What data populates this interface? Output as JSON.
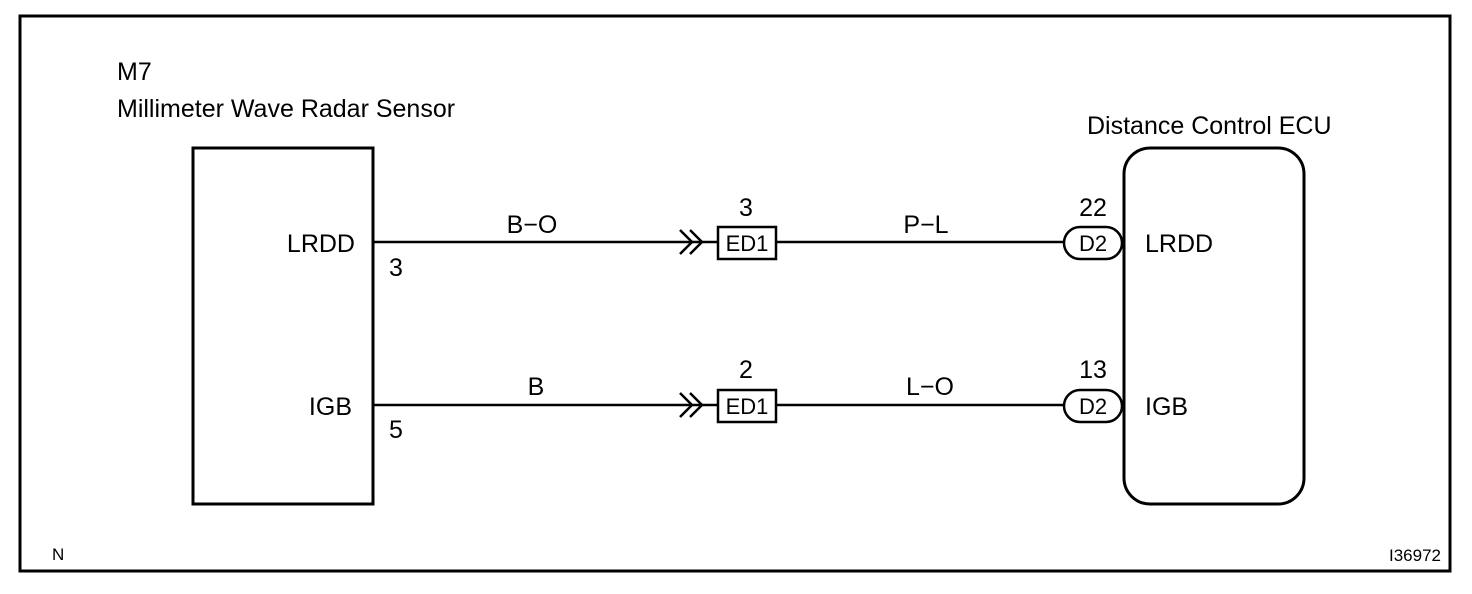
{
  "sensor": {
    "code": "M7",
    "name": "Millimeter Wave Radar Sensor",
    "pins": [
      {
        "label": "LRDD",
        "number": "3"
      },
      {
        "label": "IGB",
        "number": "5"
      }
    ]
  },
  "ecu": {
    "name": "Distance Control ECU",
    "pins": [
      {
        "label": "LRDD",
        "number": "22",
        "connector": "D2"
      },
      {
        "label": "IGB",
        "number": "13",
        "connector": "D2"
      }
    ]
  },
  "wires": [
    {
      "color_in": "B−O",
      "junction_code": "ED1",
      "junction_pin": "3",
      "color_out": "P−L"
    },
    {
      "color_in": "B",
      "junction_code": "ED1",
      "junction_pin": "2",
      "color_out": "L−O"
    }
  ],
  "footer": {
    "left_mark": "N",
    "figure_id": "I36972"
  }
}
